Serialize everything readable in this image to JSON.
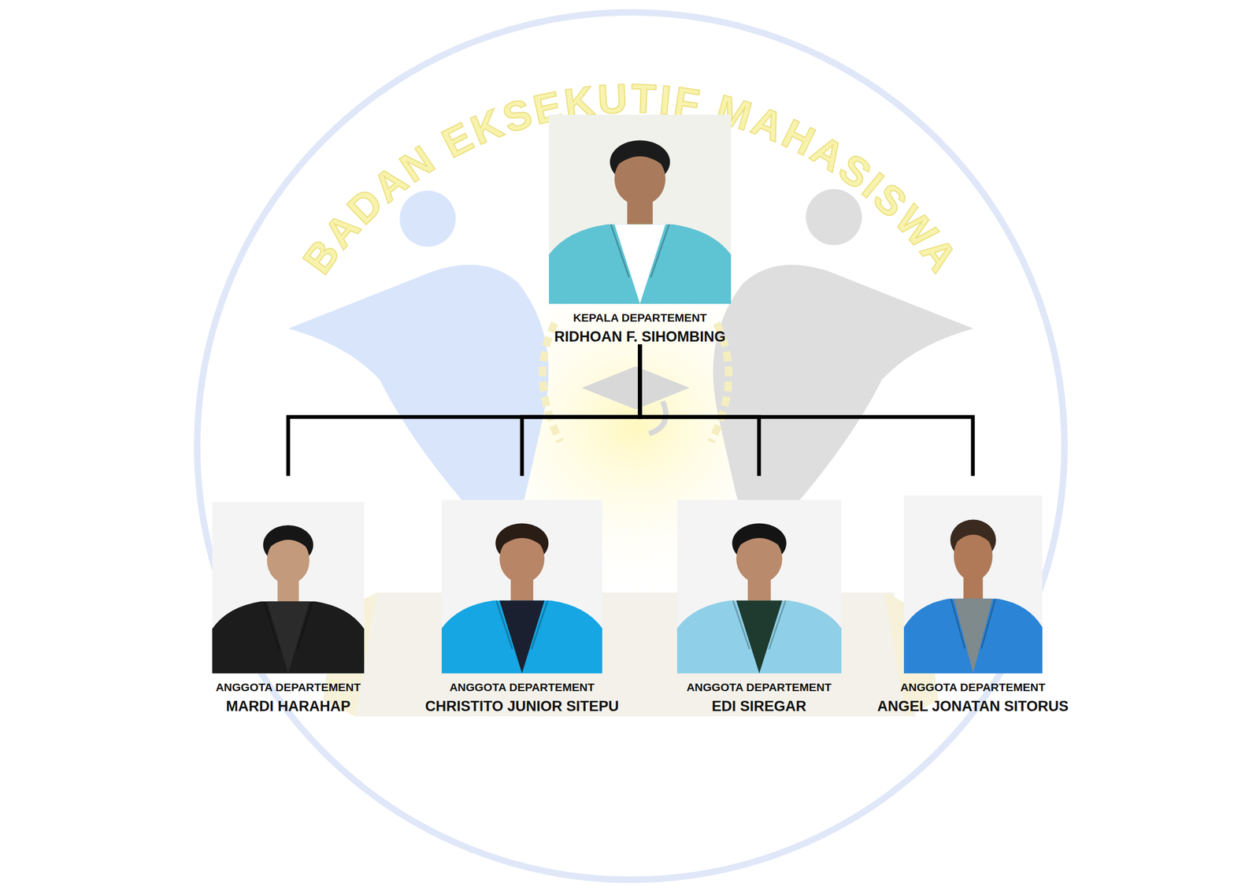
{
  "diagram": {
    "nodes": [
      {
        "text": [
          "KEPALA DEPARTEMENT",
          "RIDHOAN F. SIHOMBING"
        ]
      },
      {
        "text": [
          "ANGGOTA DEPARTEMENT",
          "MARDI HARAHAP"
        ]
      },
      {
        "text": [
          "ANGGOTA DEPARTEMENT",
          "CHRISTITO JUNIOR SITEPU"
        ]
      },
      {
        "text": [
          "ANGGOTA DEPARTEMENT",
          "EDI SIREGAR"
        ]
      },
      {
        "text": [
          "ANGGOTA DEPARTEMENT",
          "ANGEL JONATAN SITORUS"
        ]
      }
    ],
    "edges": [
      {
        "from": 0,
        "to": 1,
        "arrow": "none"
      },
      {
        "from": 0,
        "to": 2,
        "arrow": "none"
      },
      {
        "from": 0,
        "to": 3,
        "arrow": "none"
      },
      {
        "from": 0,
        "to": 4,
        "arrow": "none"
      }
    ],
    "labels": [
      "BADAN EKSEKUTIF MAHASISWA"
    ]
  }
}
